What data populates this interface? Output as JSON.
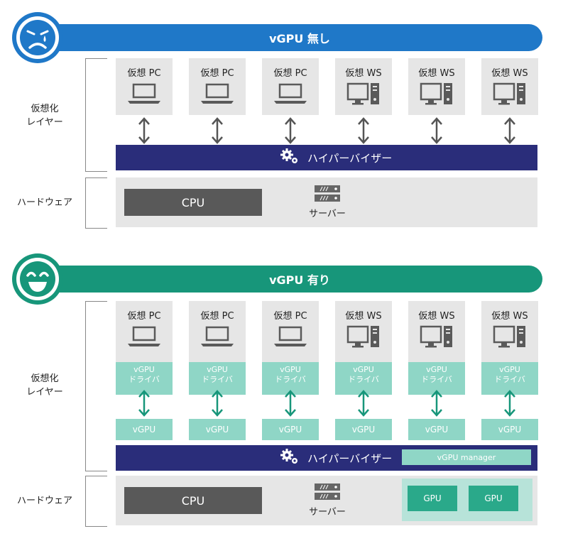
{
  "top": {
    "title": "vGPU 無し",
    "banner_color": "#1f78c8",
    "layer_label": [
      "仮想化",
      "レイヤー"
    ],
    "cards": [
      {
        "label": "仮想 PC",
        "kind": "laptop"
      },
      {
        "label": "仮想 PC",
        "kind": "laptop"
      },
      {
        "label": "仮想 PC",
        "kind": "laptop"
      },
      {
        "label": "仮想 WS",
        "kind": "workstation"
      },
      {
        "label": "仮想 WS",
        "kind": "workstation"
      },
      {
        "label": "仮想 WS",
        "kind": "workstation"
      }
    ],
    "hypervisor": "ハイパーバイザー",
    "hardware_label": "ハードウェア",
    "cpu": "CPU",
    "server": "サーバー",
    "arrow_color": "#555555"
  },
  "bottom": {
    "title": "vGPU 有り",
    "banner_color": "#17967a",
    "layer_label": [
      "仮想化",
      "レイヤー"
    ],
    "cards": [
      {
        "label": "仮想 PC",
        "kind": "laptop",
        "driver": [
          "vGPU",
          "ドライバ"
        ],
        "vgpu": "vGPU"
      },
      {
        "label": "仮想 PC",
        "kind": "laptop",
        "driver": [
          "vGPU",
          "ドライバ"
        ],
        "vgpu": "vGPU"
      },
      {
        "label": "仮想 PC",
        "kind": "laptop",
        "driver": [
          "vGPU",
          "ドライバ"
        ],
        "vgpu": "vGPU"
      },
      {
        "label": "仮想 WS",
        "kind": "workstation",
        "driver": [
          "vGPU",
          "ドライバ"
        ],
        "vgpu": "vGPU"
      },
      {
        "label": "仮想 WS",
        "kind": "workstation",
        "driver": [
          "vGPU",
          "ドライバ"
        ],
        "vgpu": "vGPU"
      },
      {
        "label": "仮想 WS",
        "kind": "workstation",
        "driver": [
          "vGPU",
          "ドライバ"
        ],
        "vgpu": "vGPU"
      }
    ],
    "hypervisor": "ハイパーバイザー",
    "manager": "vGPU manager",
    "hardware_label": "ハードウェア",
    "cpu": "CPU",
    "server": "サーバー",
    "gpus": [
      "GPU",
      "GPU"
    ],
    "arrow_color": "#17967a"
  },
  "icons": [
    "sad-face-icon",
    "smile-face-icon",
    "laptop-icon",
    "workstation-icon",
    "gear-icon",
    "server-rack-icon",
    "double-arrow-icon"
  ]
}
